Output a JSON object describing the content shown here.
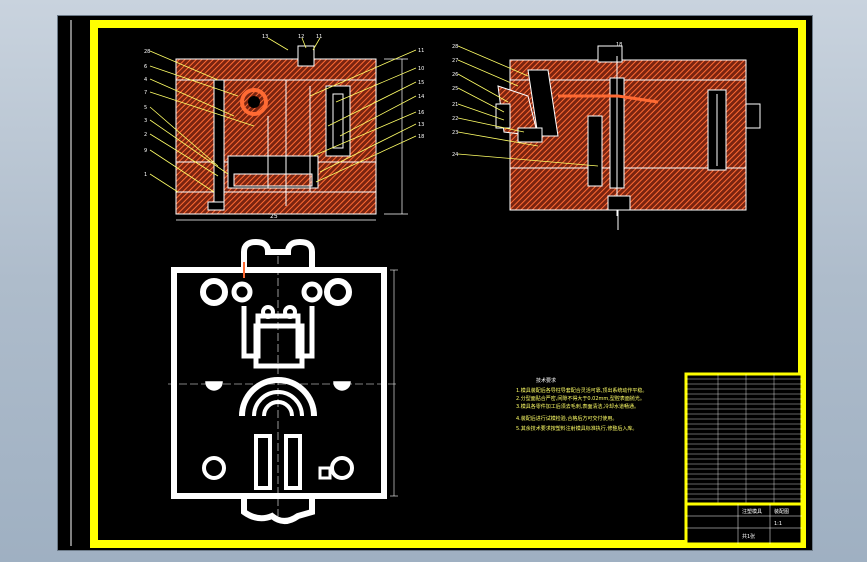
{
  "colors": {
    "background": "#000000",
    "frame": "#ffff00",
    "hatch": "#ff6a33",
    "lines": "#ffffff",
    "leaders": "#ffff66",
    "viewport_border": "#6c7a88"
  },
  "top_left_view": {
    "callouts_left": [
      "28",
      "6",
      "4",
      "7",
      "5",
      "3",
      "2",
      "9",
      "1"
    ],
    "callouts_top": [
      "13",
      "12",
      "11"
    ],
    "callouts_right": [
      "11",
      "10",
      "15",
      "14",
      "16",
      "13",
      "18"
    ],
    "bottom_dim": "25"
  },
  "top_right_view": {
    "callouts_left": [
      "28",
      "27",
      "26",
      "25",
      "21",
      "22",
      "23",
      "24"
    ],
    "callouts_top": [
      "18"
    ]
  },
  "notes": {
    "title": "技术要求",
    "lines": [
      "1.模具装配后各导柱导套配合灵活可靠,顶出系统动作平稳。",
      "2.分型面贴合严密,间隙不得大于0.02mm,型腔表面抛光。",
      "3.模具各零件加工后须去毛刺,表面清洁,冷却水道畅通。",
      "4.装配后进行试模检验,合格后方可交付使用。",
      "5.其余技术要求按塑料注射模具标准执行,修整后入库。"
    ]
  },
  "title_block": {
    "row_count": 26,
    "project_label": "注塑模具",
    "drawing_no": "装配图",
    "scale_label": "1:1",
    "sheet_label": "共1张"
  }
}
